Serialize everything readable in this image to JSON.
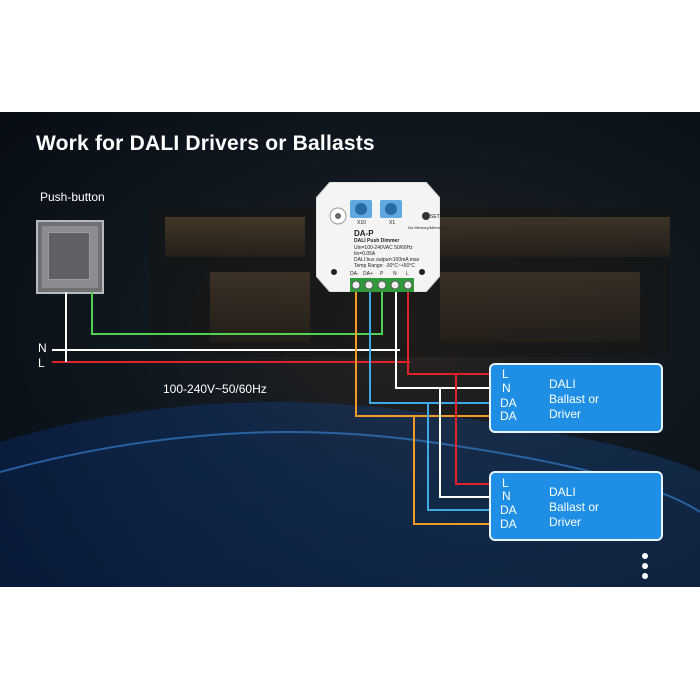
{
  "title": "Work for DALI Drivers or Ballasts",
  "pushbutton_label": "Push-button",
  "line_n": "N",
  "line_l": "L",
  "voltage": "100-240V~50/60Hz",
  "device": {
    "model": "DA-P",
    "name": "DALI Push Dimmer",
    "spec1": "Uin=100-240VAC 50/60Hz",
    "spec2": "Iin=0.05A",
    "spec3": "DALI bus output<100mA max",
    "spec4": "Temp Range: -30°C~+50°C",
    "dial1": "X10",
    "dial2": "X1",
    "set": "SET",
    "memory": "No Memory/Memory",
    "terminals": [
      "DA-",
      "DA+",
      "P",
      "N",
      "L"
    ]
  },
  "receivers": [
    {
      "terminals": [
        "L",
        "N",
        "DA",
        "DA"
      ],
      "text": "DALI\nBallast or\nDriver"
    },
    {
      "terminals": [
        "L",
        "N",
        "DA",
        "DA"
      ],
      "text": "DALI\nBallast or\nDriver"
    }
  ],
  "colors": {
    "live": "#e0232a",
    "neutral": "#ffffff",
    "da_blue": "#3fa9e8",
    "da_orange": "#f09a2a",
    "push": "#4fd24f",
    "box": "#1f8fe6"
  },
  "icons": [
    "more-vertical-icon"
  ]
}
